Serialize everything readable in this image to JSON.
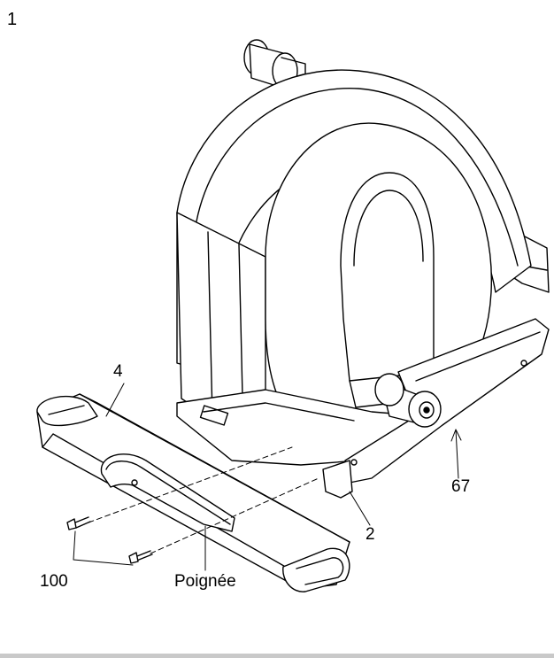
{
  "figure": {
    "step_number": "1",
    "callouts": {
      "front_stabilizer": "4",
      "frame_rail": "67",
      "frame": "2",
      "bolts": "100",
      "handle": "Poignée"
    }
  }
}
